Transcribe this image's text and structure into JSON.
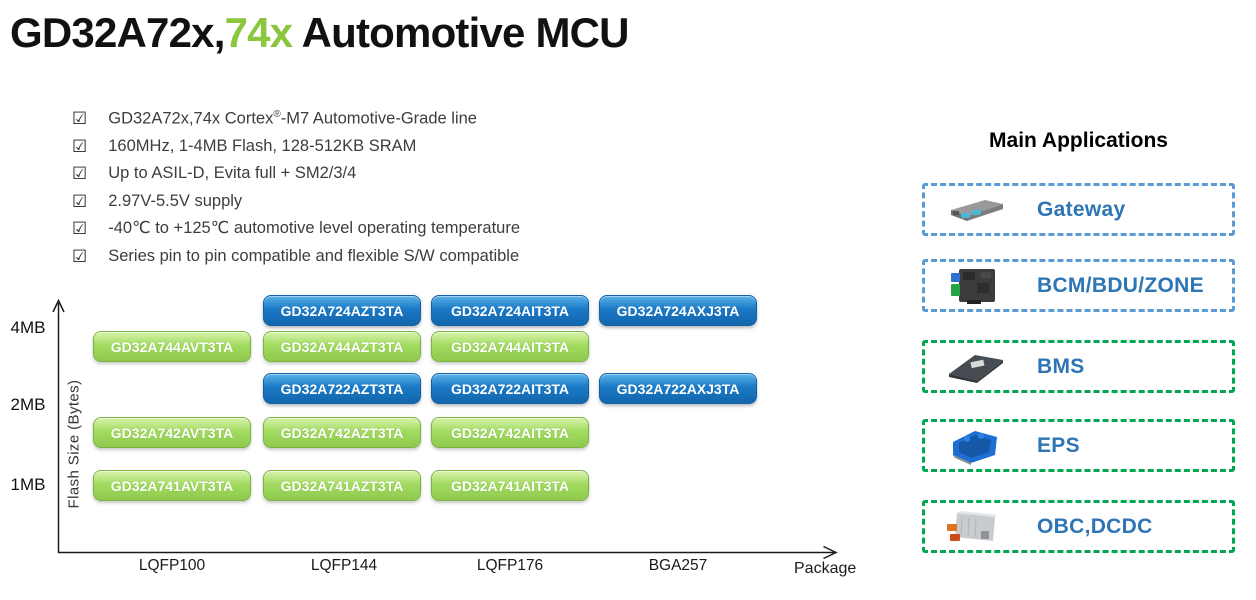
{
  "title": {
    "prefix": "GD32A72x,",
    "highlight": "74x",
    "suffix": " Automotive MCU"
  },
  "features": [
    "GD32A72x,74x Cortex®-M7 Automotive-Grade line",
    "160MHz, 1-4MB Flash, 128-512KB SRAM",
    "Up to ASIL-D, Evita full + SM2/3/4",
    "2.97V-5.5V supply",
    "-40℃ to +125℃ automotive level operating temperature",
    "Series pin to pin compatible and flexible S/W compatible"
  ],
  "chart_data": {
    "type": "table",
    "title": "GD32A72x/74x product matrix by flash size and package",
    "ylabel": "Flash Size (Bytes)",
    "xlabel": "Package",
    "yticks": [
      "4MB",
      "2MB",
      "1MB"
    ],
    "xticks": [
      "LQFP100",
      "LQFP144",
      "LQFP176",
      "BGA257"
    ],
    "chips": [
      {
        "label": "GD32A724AZT3TA",
        "flash": "4MB",
        "package": "LQFP144",
        "color": "blue",
        "row": 0,
        "col": 1
      },
      {
        "label": "GD32A724AIT3TA",
        "flash": "4MB",
        "package": "LQFP176",
        "color": "blue",
        "row": 0,
        "col": 2
      },
      {
        "label": "GD32A724AXJ3TA",
        "flash": "4MB",
        "package": "BGA257",
        "color": "blue",
        "row": 0,
        "col": 3
      },
      {
        "label": "GD32A744AVT3TA",
        "flash": "4MB",
        "package": "LQFP100",
        "color": "green",
        "row": 1,
        "col": 0
      },
      {
        "label": "GD32A744AZT3TA",
        "flash": "4MB",
        "package": "LQFP144",
        "color": "green",
        "row": 1,
        "col": 1
      },
      {
        "label": "GD32A744AIT3TA",
        "flash": "4MB",
        "package": "LQFP176",
        "color": "green",
        "row": 1,
        "col": 2
      },
      {
        "label": "GD32A722AZT3TA",
        "flash": "2MB",
        "package": "LQFP144",
        "color": "blue",
        "row": 2,
        "col": 1
      },
      {
        "label": "GD32A722AIT3TA",
        "flash": "2MB",
        "package": "LQFP176",
        "color": "blue",
        "row": 2,
        "col": 2
      },
      {
        "label": "GD32A722AXJ3TA",
        "flash": "2MB",
        "package": "BGA257",
        "color": "blue",
        "row": 2,
        "col": 3
      },
      {
        "label": "GD32A742AVT3TA",
        "flash": "2MB",
        "package": "LQFP100",
        "color": "green",
        "row": 3,
        "col": 0
      },
      {
        "label": "GD32A742AZT3TA",
        "flash": "2MB",
        "package": "LQFP144",
        "color": "green",
        "row": 3,
        "col": 1
      },
      {
        "label": "GD32A742AIT3TA",
        "flash": "2MB",
        "package": "LQFP176",
        "color": "green",
        "row": 3,
        "col": 2
      },
      {
        "label": "GD32A741AVT3TA",
        "flash": "1MB",
        "package": "LQFP100",
        "color": "green",
        "row": 4,
        "col": 0
      },
      {
        "label": "GD32A741AZT3TA",
        "flash": "1MB",
        "package": "LQFP144",
        "color": "green",
        "row": 4,
        "col": 1
      },
      {
        "label": "GD32A741AIT3TA",
        "flash": "1MB",
        "package": "LQFP176",
        "color": "green",
        "row": 4,
        "col": 2
      }
    ]
  },
  "applications": {
    "header": "Main Applications",
    "items": [
      {
        "label": "Gateway",
        "accent": "blue",
        "icon": "gateway-module-photo"
      },
      {
        "label": "BCM/BDU/ZONE",
        "accent": "blue",
        "icon": "bcm-module-photo"
      },
      {
        "label": "BMS",
        "accent": "green",
        "icon": "bms-module-photo"
      },
      {
        "label": "EPS",
        "accent": "green",
        "icon": "eps-module-photo"
      },
      {
        "label": "OBC,DCDC",
        "accent": "green",
        "icon": "obc-module-photo"
      }
    ]
  },
  "colors": {
    "title_highlight": "#8cc63f",
    "chip_blue": "#1b74be",
    "chip_green": "#9bd65a",
    "app_border_blue": "#5b9bd5",
    "app_border_green": "#00a651",
    "app_label_blue": "#2e75b6"
  }
}
